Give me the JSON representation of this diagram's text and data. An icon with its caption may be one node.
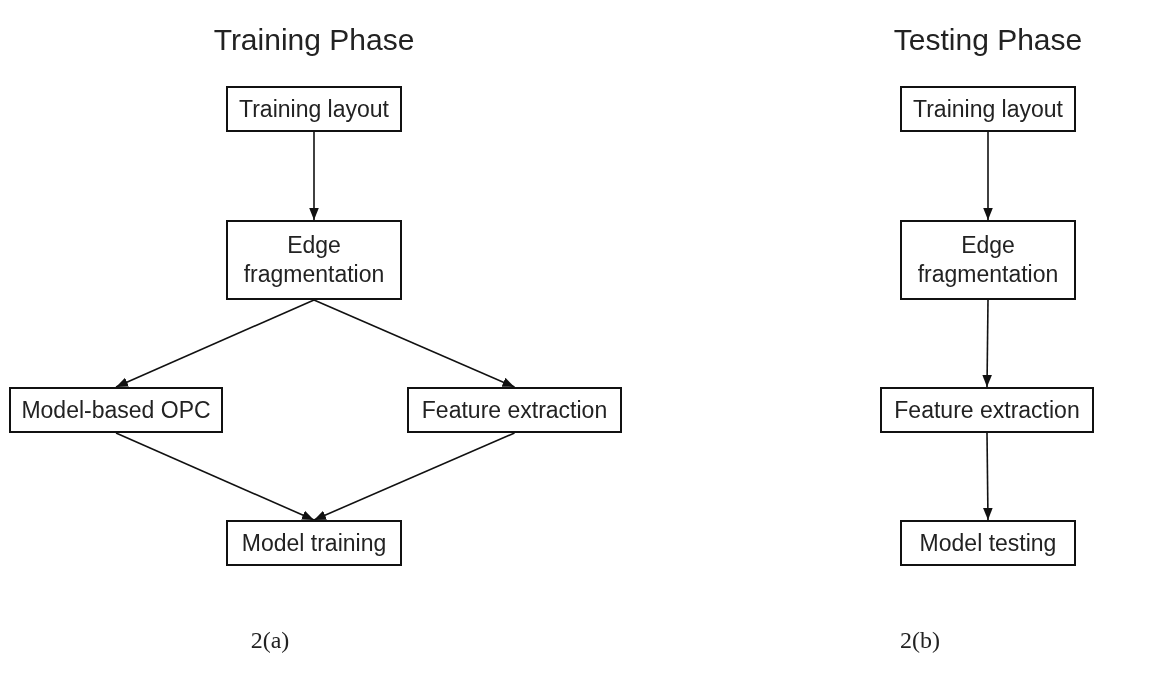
{
  "diagram": {
    "nodes": [
      {
        "text": [
          "Training layout"
        ]
      },
      {
        "text": [
          "Edge fragmentation"
        ]
      },
      {
        "text": [
          "Model-based OPC"
        ]
      },
      {
        "text": [
          "Feature extraction"
        ]
      },
      {
        "text": [
          "Model training"
        ]
      },
      {
        "text": [
          "Training layout"
        ]
      },
      {
        "text": [
          "Edge fragmentation"
        ]
      },
      {
        "text": [
          "Feature extraction"
        ]
      },
      {
        "text": [
          "Model testing"
        ]
      }
    ],
    "edges": [
      {
        "from": 0,
        "to": 1,
        "arrow": "to"
      },
      {
        "from": 1,
        "to": 2,
        "arrow": "to"
      },
      {
        "from": 1,
        "to": 3,
        "arrow": "to"
      },
      {
        "from": 2,
        "to": 4,
        "arrow": "to"
      },
      {
        "from": 3,
        "to": 4,
        "arrow": "to"
      },
      {
        "from": 5,
        "to": 6,
        "arrow": "to"
      },
      {
        "from": 6,
        "to": 7,
        "arrow": "to"
      },
      {
        "from": 7,
        "to": 8,
        "arrow": "to"
      }
    ],
    "labels": [
      "Training Phase",
      "Testing Phase",
      "2(a)",
      "2(b)"
    ]
  }
}
